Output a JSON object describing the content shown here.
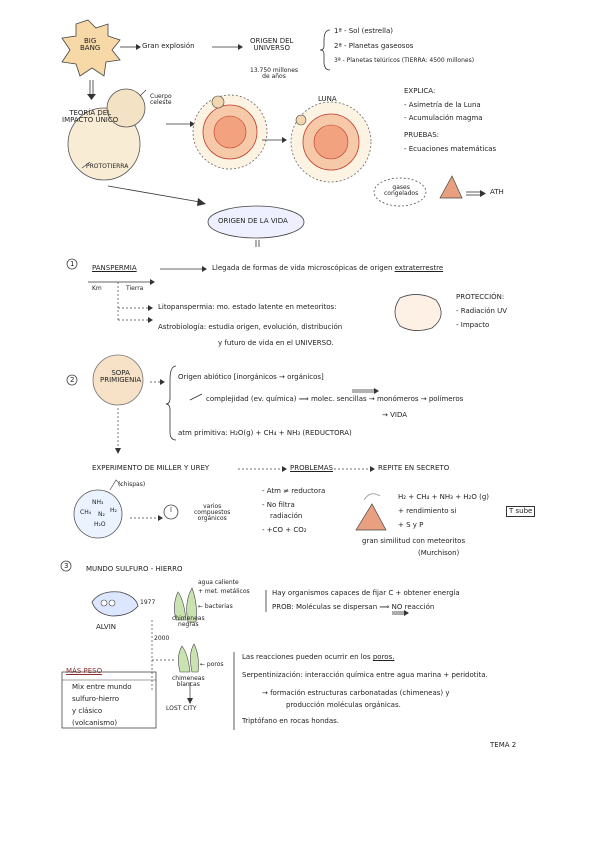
{
  "s1": {
    "big_bang": [
      "BIG",
      "BANG"
    ],
    "gran_explosion": "Gran explosión",
    "origen_universo": [
      "ORIGEN DEL",
      "UNIVERSO"
    ],
    "age": [
      "13.750 millones",
      "de años"
    ],
    "list": [
      "1ª - Sol (estrella)",
      "2ª - Planetas gaseosos",
      "3ª - Planetas telúricos (TIERRA: 4500 millones)"
    ],
    "teoria": [
      "TEORÍA DEL",
      "IMPACTO ÚNICO"
    ],
    "cuerpo_celeste": [
      "Cuerpo",
      "celeste"
    ],
    "protoTierra": "PROTOTIERRA",
    "luna": "LUNA",
    "explica": "EXPLICA:",
    "explica_items": [
      "- Asimetría de la Luna",
      "- Acumulación magma"
    ],
    "pruebas": "PRUEBAS:",
    "pruebas_items": [
      "- Ecuaciones matemáticas"
    ],
    "gases": [
      "gases",
      "congelados"
    ],
    "ath": "ATH",
    "origen_vida": "ORIGEN DE LA VIDA"
  },
  "s2": {
    "num": "1",
    "title": "PANSPERMIA",
    "def_prefix": "Llegada de formas de vida microscópicas de origen",
    "def_word": "extraterrestre",
    "scale": [
      "Km",
      "Tierra"
    ],
    "lito": "Litopanspermia: mo. estado latente en meteoritos:",
    "astro": [
      "Astrobiología: estudia origen, evolución, distribución",
      "y futuro de vida en el UNIVERSO."
    ],
    "proteccion": "PROTECCIÓN:",
    "proteccion_items": [
      "- Radiación UV",
      "- Impacto"
    ]
  },
  "s3": {
    "num": "2",
    "sopa": [
      "SOPA",
      "PRIMIGENIA"
    ],
    "origen_abiotico": "Origen abiótico [inorgánicos → orgánicos]",
    "complejidad": "complejidad (ev. química) ⟹ molec. sencillas → monómeros → polímeros",
    "vida": "→ VIDA",
    "atm": "atm primitiva: H₂O(g) + CH₄ + NH₃ (REDUCTORA)",
    "experimento": "EXPERIMENTO DE MILLER Y UREY",
    "problemas": "PROBLEMAS",
    "repite": "REPITE EN SECRETO",
    "chispas": "(chispas)",
    "flask": [
      "NH₃",
      "CH₄",
      "N₂",
      "H₂",
      "H₂O"
    ],
    "varios": [
      "varios",
      "compuestos",
      "orgánicos"
    ],
    "prob_items": [
      "- Atm ≠ reductora",
      "- No filtra",
      "radiación",
      "- +CO + CO₂"
    ],
    "repite_items": [
      "H₂ + CH₄ + NH₃ + H₂O (g)",
      "+ rendimiento si",
      "+ S y P"
    ],
    "sube": "T sube",
    "similitud": [
      "gran similitud con meteoritos",
      "(Murchison)"
    ]
  },
  "s4": {
    "num": "3",
    "title": "MUNDO SULFURO - HIERRO",
    "year1": "1977",
    "year2": "2000",
    "alvin": "ALVIN",
    "chim_labels": [
      "agua caliente",
      "+ met. metálicos",
      "← bacterias"
    ],
    "chimeneas_negras": [
      "chimeneas",
      "negras"
    ],
    "poros": "← poros",
    "chimeneas_blancas": [
      "chimeneas",
      "blancas"
    ],
    "lost_city": "LOST CITY",
    "hay": "Hay organismos capaces de fijar C + obtener energía",
    "prob": "PROB: Moléculas se dispersan ⟹ NO reacción",
    "mas_peso": "MÁS PESO",
    "mix": [
      "Mix entre mundo",
      "sulfuro-hierro",
      "y clásico",
      "(volcanismo)"
    ],
    "reacciones": "Las reacciones pueden ocurrir en los",
    "poros_word": "poros.",
    "serpent": "Serpentinización: interacción química entre agua marina + peridotita.",
    "formacion": [
      "→ formación estructuras carbonatadas (chimeneas) y",
      "producción moléculas orgánicas."
    ],
    "triptofano": "Triptófano en rocas hondas.",
    "tema": "TEMA 2"
  }
}
